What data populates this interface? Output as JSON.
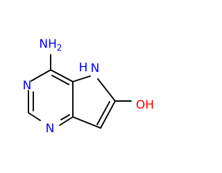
{
  "molecule": {
    "atoms": {
      "amino_group": {
        "text": "NH2",
        "main": "NH",
        "subscript": "2",
        "color": "#0000ff"
      },
      "ring_nitrogen_top": {
        "text": "N",
        "color": "#0000ff"
      },
      "ring_nitrogen_bottom": {
        "text": "N",
        "color": "#0000ff"
      },
      "pyrrole_nitrogen": {
        "text": "H N",
        "main": "N",
        "hydrogen": "H",
        "color": "#0000ff"
      },
      "hydroxyl_group": {
        "text": "OH",
        "color": "#ff0000"
      }
    },
    "bond_color": "#000000"
  }
}
